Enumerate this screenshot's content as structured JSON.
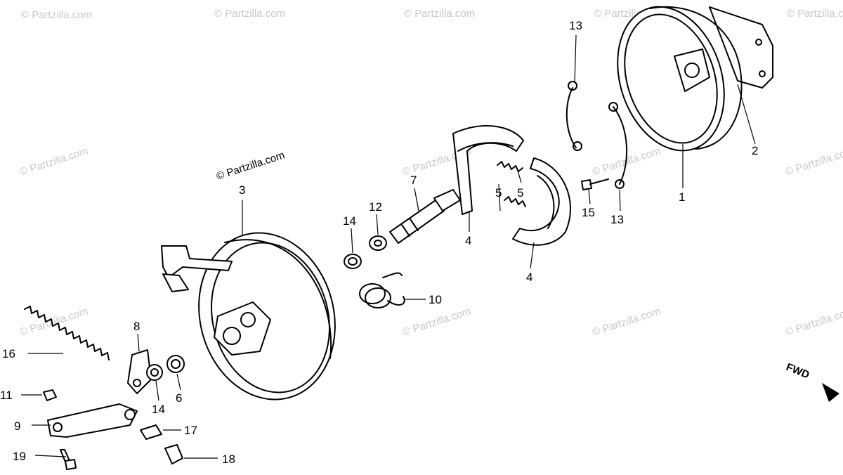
{
  "watermark": "© Partzilla.com",
  "direction_label": "FWD",
  "callouts": {
    "c1": "1",
    "c2": "2",
    "c3": "3",
    "c4a": "4",
    "c4b": "4",
    "c5a": "5",
    "c5b": "5",
    "c6": "6",
    "c7": "7",
    "c8": "8",
    "c9": "9",
    "c10": "10",
    "c11": "11",
    "c12": "12",
    "c13a": "13",
    "c13b": "13",
    "c14a": "14",
    "c14b": "14",
    "c15": "15",
    "c16": "16",
    "c17": "17",
    "c18": "18",
    "c19": "19"
  }
}
